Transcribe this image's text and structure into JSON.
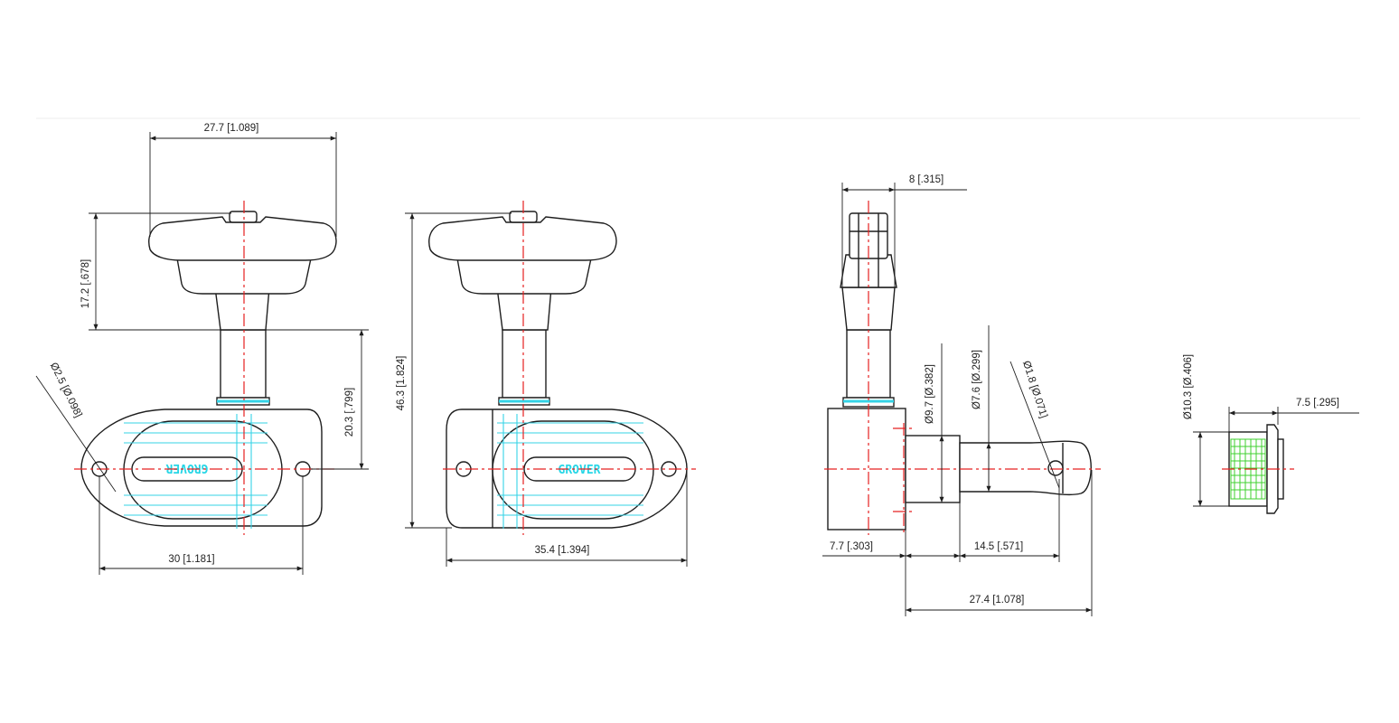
{
  "colors": {
    "outline": "#1e1e1e",
    "centerline": "#e52020",
    "highlight_cyan": "#35d3e6",
    "highlight_green": "#3fd12f"
  },
  "logo": {
    "front": "GROVER",
    "back": "GROVER"
  },
  "dimensions": {
    "top_width": "27.7 [1.089]",
    "knob_height": "17.2 [.678]",
    "shaft_height": "20.3 [.799]",
    "hole_dia": "Ø2.5 [Ø.098]",
    "front_base_width": "30 [1.181]",
    "overall_height": "46.3 [1.824]",
    "back_base_width": "35.4 [1.394]",
    "side_knob_width": "8 [.315]",
    "post_dia_large": "Ø9.7 [Ø.382]",
    "post_dia_small": "Ø7.6 [Ø.299]",
    "string_hole_dia": "Ø1.8 [Ø.071]",
    "housing_depth": "7.7 [.303]",
    "post_length": "14.5 [.571]",
    "side_overall": "27.4 [1.078]",
    "bushing_dia": "Ø10.3 [Ø.406]",
    "bushing_length": "7.5 [.295]"
  }
}
